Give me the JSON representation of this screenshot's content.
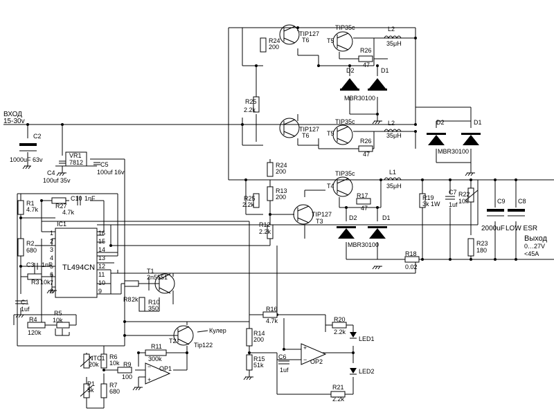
{
  "input": {
    "title": "ВХОД",
    "range": "15-30v"
  },
  "output": {
    "title": "Выход",
    "voltage": "0…27V",
    "current": "<45A"
  },
  "regulator": {
    "ref": "VR1",
    "part": "7812"
  },
  "ic1": {
    "ref": "IC1",
    "part": "TL494CN",
    "pins_left": [
      "1",
      "2",
      "3",
      "4",
      "5",
      "6",
      "7",
      "8"
    ],
    "pins_right": [
      "16",
      "15",
      "14",
      "13",
      "12",
      "11",
      "10",
      "9"
    ]
  },
  "stage_top": {
    "q1_ref": "T6",
    "q1_part": "TIP127",
    "q2_ref": "T5",
    "q2_part": "TIP35c",
    "r_base_ref": "R24",
    "r_base_val": "200",
    "r_e_ref": "R26",
    "r_e_val": "47",
    "l_ref": "L2",
    "l_val": "35μH",
    "d_a": "D2",
    "d_b": "D1",
    "diode_part": "MBR30100",
    "r25_ref": "R25",
    "r25_val": "2.2k"
  },
  "stage_mid": {
    "q1_ref": "T6",
    "q1_part": "TIP127",
    "q2_ref": "T5",
    "q2_part": "TIP35c",
    "r_e_ref": "R26",
    "r_e_val": "47",
    "l_ref": "L2",
    "l_val": "35μH",
    "d_a": "D2",
    "d_b": "D1",
    "diode_part": "MBR30100"
  },
  "stage_bot": {
    "q1_ref": "T3",
    "q1_part": "TIP127",
    "q2_ref": "T4",
    "q2_part": "TIP35c",
    "r24_ref": "R24",
    "r24_val": "200",
    "r13_ref": "R13",
    "r13_val": "200",
    "r12_ref": "R12",
    "r12_val": "2.2k",
    "r25_ref": "R25",
    "r25_val": "2.2k",
    "r17_ref": "R17",
    "r17_val": "47",
    "l_ref": "L1",
    "l_val": "35μH",
    "d_a": "D2",
    "d_b": "D1",
    "diode_part": "MBR30100"
  },
  "caps": {
    "c2": {
      "ref": "C2",
      "val": "1000uF 63v"
    },
    "c4": {
      "ref": "C4",
      "val": "100uf 35v"
    },
    "c5": {
      "ref": "C5",
      "val": "100uf 16v"
    },
    "c10": {
      "ref": "C10",
      "val": "1nF"
    },
    "c3": {
      "ref": "C3",
      "val": "1nF"
    },
    "c1": {
      "ref": "C1",
      "val": "1uf"
    },
    "c7": {
      "ref": "C7",
      "val": "1uf"
    },
    "c9": {
      "ref": "C9",
      "val": "2000uF"
    },
    "c8": {
      "ref": "C8",
      "val": "LOW ESR"
    },
    "c6": {
      "ref": "C6",
      "val": "1uf"
    }
  },
  "resistors": {
    "r1": {
      "ref": "R1",
      "val": "4.7k"
    },
    "r27": {
      "ref": "R27",
      "val": "4.7k"
    },
    "r2": {
      "ref": "R2",
      "val": "680"
    },
    "r3": {
      "ref": "R3",
      "val": "10k"
    },
    "r4": {
      "ref": "R4",
      "val": "120k"
    },
    "r5": {
      "ref": "R5",
      "val": "10k"
    },
    "r8": {
      "ref": "R8",
      "val": "2k"
    },
    "r10": {
      "ref": "R10",
      "val": "350"
    },
    "r19": {
      "ref": "R19",
      "val": "3k 1W"
    },
    "r22": {
      "ref": "R22",
      "val": "10k"
    },
    "r18": {
      "ref": "R18",
      "val": "0.02"
    },
    "r23": {
      "ref": "R23",
      "val": "180"
    },
    "r16": {
      "ref": "R16",
      "val": "4.7k"
    },
    "r14": {
      "ref": "R14",
      "val": "200"
    },
    "r15": {
      "ref": "R15",
      "val": "51k"
    },
    "r20": {
      "ref": "R20",
      "val": "2.2k"
    },
    "r21": {
      "ref": "R21",
      "val": "2.2k"
    },
    "r11": {
      "ref": "R11",
      "val": "300k"
    },
    "r9": {
      "ref": "R9",
      "val": "100"
    },
    "r6": {
      "ref": "R6",
      "val": "10k"
    },
    "r7": {
      "ref": "R7",
      "val": "680"
    },
    "ntc1": {
      "ref": "NTC1",
      "val": "20k"
    },
    "p1": {
      "ref": "P1",
      "val": "5k"
    }
  },
  "t1": {
    "ref": "T1",
    "part": "2n5551"
  },
  "t2": {
    "ref": "T2",
    "part": "Tip122",
    "note": "Кулер"
  },
  "op1": {
    "ref": "OP1"
  },
  "op2": {
    "ref": "OP2"
  },
  "led1": {
    "ref": "LED1"
  },
  "led2": {
    "ref": "LED2"
  }
}
